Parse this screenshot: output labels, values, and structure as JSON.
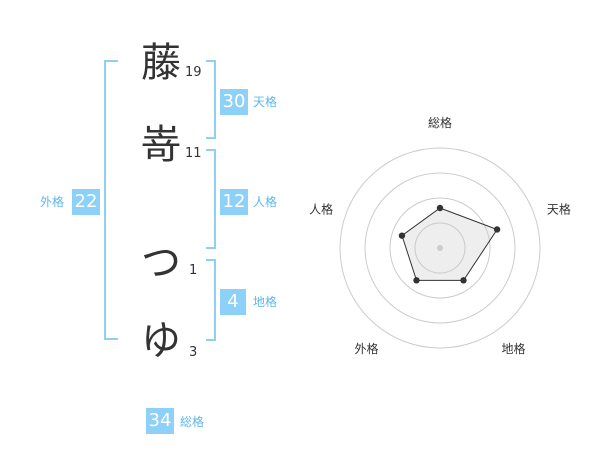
{
  "name_chars": [
    {
      "char": "藤",
      "strokes": "19"
    },
    {
      "char": "嵜",
      "strokes": "11"
    },
    {
      "char": "つ",
      "strokes": "1"
    },
    {
      "char": "ゆ",
      "strokes": "3"
    }
  ],
  "fortune": {
    "tenkaku": {
      "value": "30",
      "label": "天格"
    },
    "jinkaku": {
      "value": "12",
      "label": "人格"
    },
    "chikaku": {
      "value": "4",
      "label": "地格"
    },
    "gaikaku": {
      "value": "22",
      "label": "外格"
    },
    "soukaku": {
      "value": "34",
      "label": "総格"
    }
  },
  "colors": {
    "accent": "#8dd1f8",
    "label": "#5cb8ec",
    "ring": "#cccccc",
    "text": "#333333"
  },
  "chart_data": {
    "type": "radar",
    "axes": [
      "総格",
      "天格",
      "地格",
      "外格",
      "人格"
    ],
    "values": [
      2,
      3,
      2,
      2,
      2
    ],
    "max": 5,
    "rings": 4
  }
}
